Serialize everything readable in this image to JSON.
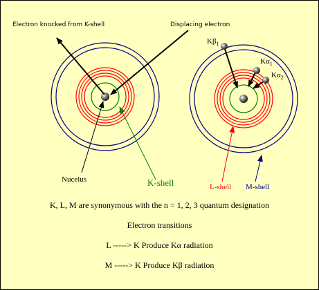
{
  "labels": {
    "electron_knocked": "Electron knocked from K-shell",
    "displacing_electron": "Displacing electron",
    "nucleus": "Nucelus",
    "k_shell": "K-shell",
    "l_shell": "L-shell",
    "m_shell": "M-shell",
    "k_beta_1": "Kβ",
    "k_beta_1_sub": "1",
    "k_alpha_1": "Kα",
    "k_alpha_1_sub": "1",
    "k_alpha_2": "Kα",
    "k_alpha_2_sub": "2"
  },
  "captions": {
    "synonymous": "K, L, M are synonymous with the n = 1, 2, 3 quantum designation",
    "transitions_title": "Electron transitions",
    "l_to_k": "L -----> K  Produce Kα radiation",
    "m_to_k": "M -----> K  Produce Kβ radiation"
  },
  "colors": {
    "background": "#ffffc0",
    "k_shell": "#008000",
    "l_shell": "#ff0000",
    "m_shell": "#000080",
    "arrow": "#000000"
  }
}
